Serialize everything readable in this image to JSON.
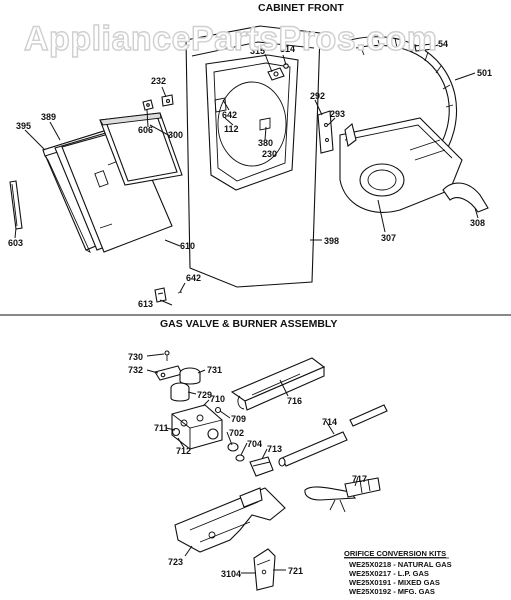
{
  "watermark": "AppliancePartsPros.com",
  "sections": {
    "cabinet_front": "CABINET FRONT",
    "gas_valve": "GAS VALVE & BURNER ASSEMBLY"
  },
  "callouts": {
    "c232": "232",
    "c389": "389",
    "c395": "395",
    "c300": "300",
    "c606": "606",
    "c603": "603",
    "c610": "610",
    "c642a": "642",
    "c613": "613",
    "c315": "315",
    "c314": "314",
    "c642b": "642",
    "c112": "112",
    "c380": "380",
    "c230": "230",
    "c292": "292",
    "c293": "293",
    "c398": "398",
    "c307": "307",
    "c308": "308",
    "c501": "501",
    "c54": "54",
    "c730": "730",
    "c732": "732",
    "c731": "731",
    "c729": "729",
    "c716": "716",
    "c710": "710",
    "c709": "709",
    "c711": "711",
    "c702": "702",
    "c712": "712",
    "c704": "704",
    "c713": "713",
    "c714": "714",
    "c717": "717",
    "c723": "723",
    "c3104": "3104",
    "c721": "721"
  },
  "orifice_kits": {
    "title": "ORIFICE CONVERSION KITS",
    "rows": [
      "WE25X0218 - NATURAL GAS",
      "WE25X0217 - L.P. GAS",
      "WE25X0191 - MIXED GAS",
      "WE25X0192 - MFG. GAS"
    ]
  }
}
